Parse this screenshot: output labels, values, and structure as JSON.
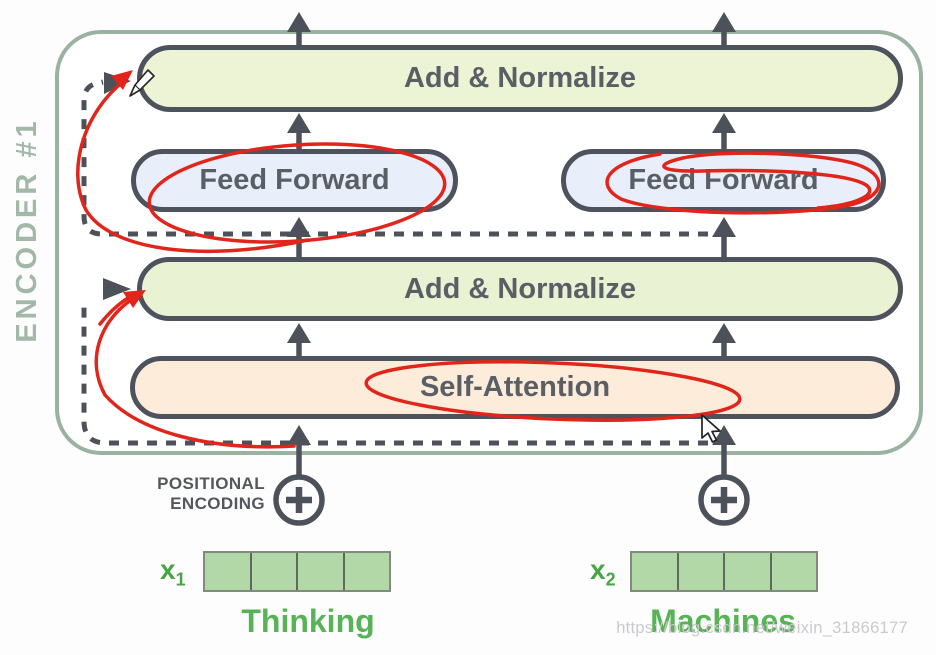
{
  "encoder": {
    "label": "ENCODER #1"
  },
  "boxes": {
    "add_normalize_top": "Add & Normalize",
    "feed_forward_left": "Feed Forward",
    "feed_forward_right": "Feed Forward",
    "add_normalize_mid": "Add & Normalize",
    "self_attention": "Self-Attention"
  },
  "positional_encoding": {
    "line1": "POSITIONAL",
    "line2": "ENCODING"
  },
  "inputs": [
    {
      "symbol": "x",
      "subscript": "1",
      "word": "Thinking",
      "cells": 4
    },
    {
      "symbol": "x",
      "subscript": "2",
      "word": "Machines",
      "cells": 4
    }
  ],
  "watermark": "https://blog.csdn.net/weixin_31866177",
  "colors": {
    "box_border": "#4d525c",
    "encoder_border": "#9bb2a1",
    "add_normalize_fill": "#edf4d6",
    "feed_forward_fill": "#e9effa",
    "self_attention_fill": "#fdecda",
    "embedding_fill": "#b2d8a8",
    "green_text": "#58b356",
    "arrow_gray": "#4d525a",
    "red_annotation": "#e1251b"
  }
}
